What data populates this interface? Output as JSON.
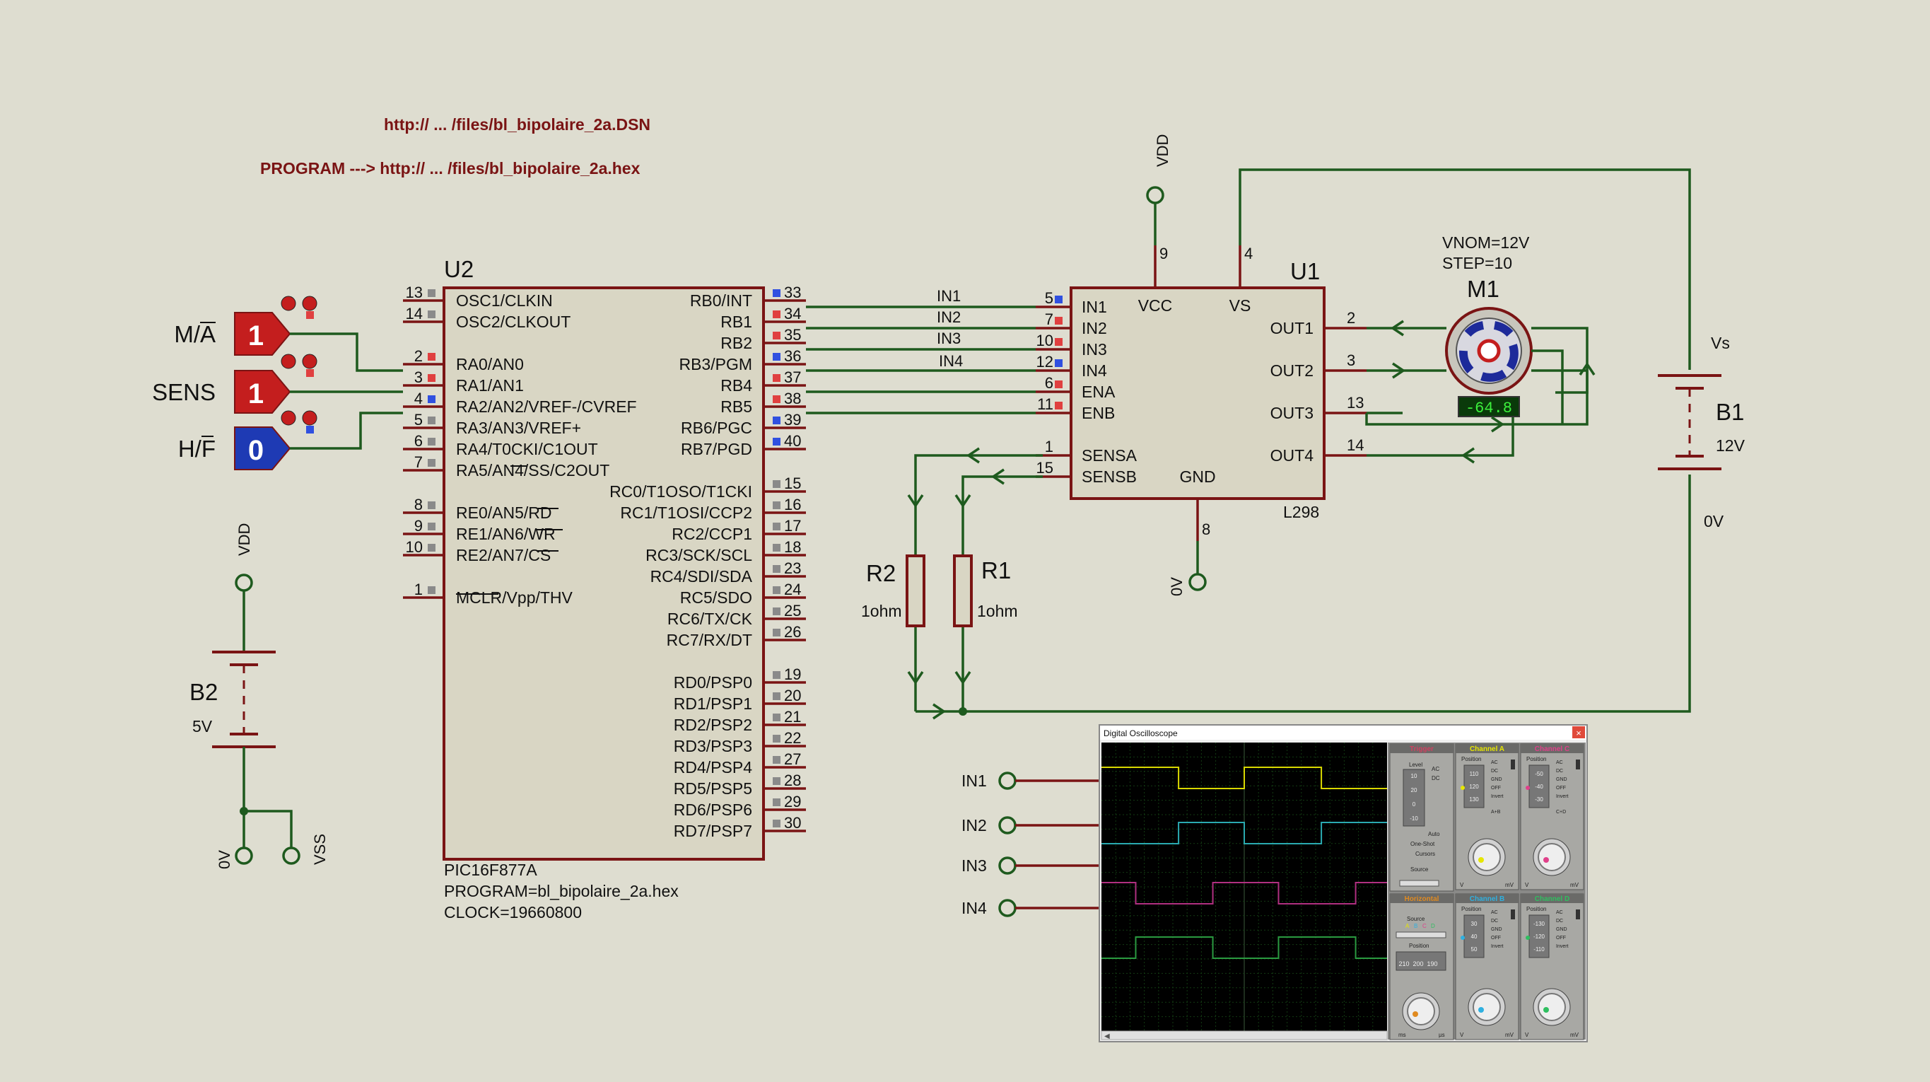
{
  "links": {
    "dsn": "http:// ... /files/bl_bipolaire_2a.DSN",
    "hex": "PROGRAM ---> http:// ... /files/bl_bipolaire_2a.hex"
  },
  "u2": {
    "ref": "U2",
    "part": "PIC16F877A",
    "program": "PROGRAM=bl_bipolaire_2a.hex",
    "clock": "CLOCK=19660800",
    "left_pins": [
      {
        "num": "13",
        "name": "OSC1/CLKIN"
      },
      {
        "num": "14",
        "name": "OSC2/CLKOUT"
      },
      {
        "num": "2",
        "name": "RA0/AN0"
      },
      {
        "num": "3",
        "name": "RA1/AN1"
      },
      {
        "num": "4",
        "name": "RA2/AN2/VREF-/CVREF"
      },
      {
        "num": "5",
        "name": "RA3/AN3/VREF+"
      },
      {
        "num": "6",
        "name": "RA4/T0CKI/C1OUT"
      },
      {
        "num": "7",
        "name": "RA5/AN4/SS/C2OUT"
      },
      {
        "num": "8",
        "name": "RE0/AN5/RD"
      },
      {
        "num": "9",
        "name": "RE1/AN6/WR"
      },
      {
        "num": "10",
        "name": "RE2/AN7/CS"
      },
      {
        "num": "1",
        "name": "MCLR/Vpp/THV"
      }
    ],
    "right_pins": [
      {
        "num": "33",
        "name": "RB0/INT"
      },
      {
        "num": "34",
        "name": "RB1"
      },
      {
        "num": "35",
        "name": "RB2"
      },
      {
        "num": "36",
        "name": "RB3/PGM"
      },
      {
        "num": "37",
        "name": "RB4"
      },
      {
        "num": "38",
        "name": "RB5"
      },
      {
        "num": "39",
        "name": "RB6/PGC"
      },
      {
        "num": "40",
        "name": "RB7/PGD"
      },
      {
        "num": "15",
        "name": "RC0/T1OSO/T1CKI"
      },
      {
        "num": "16",
        "name": "RC1/T1OSI/CCP2"
      },
      {
        "num": "17",
        "name": "RC2/CCP1"
      },
      {
        "num": "18",
        "name": "RC3/SCK/SCL"
      },
      {
        "num": "23",
        "name": "RC4/SDI/SDA"
      },
      {
        "num": "24",
        "name": "RC5/SDO"
      },
      {
        "num": "25",
        "name": "RC6/TX/CK"
      },
      {
        "num": "26",
        "name": "RC7/RX/DT"
      },
      {
        "num": "19",
        "name": "RD0/PSP0"
      },
      {
        "num": "20",
        "name": "RD1/PSP1"
      },
      {
        "num": "21",
        "name": "RD2/PSP2"
      },
      {
        "num": "22",
        "name": "RD3/PSP3"
      },
      {
        "num": "27",
        "name": "RD4/PSP4"
      },
      {
        "num": "28",
        "name": "RD5/PSP5"
      },
      {
        "num": "29",
        "name": "RD6/PSP6"
      },
      {
        "num": "30",
        "name": "RD7/PSP7"
      }
    ]
  },
  "switches": [
    {
      "label": "M/A",
      "state": "1"
    },
    {
      "label": "SENS",
      "state": "1"
    },
    {
      "label": "H/F",
      "state": "0"
    }
  ],
  "nets": {
    "in1": "IN1",
    "in2": "IN2",
    "in3": "IN3",
    "in4": "IN4"
  },
  "u1": {
    "ref": "U1",
    "part": "L298",
    "left_pins": [
      {
        "num": "5",
        "name": "IN1"
      },
      {
        "num": "7",
        "name": "IN2"
      },
      {
        "num": "10",
        "name": "IN3"
      },
      {
        "num": "12",
        "name": "IN4"
      },
      {
        "num": "6",
        "name": "ENA"
      },
      {
        "num": "11",
        "name": "ENB"
      },
      {
        "num": "1",
        "name": "SENSA"
      },
      {
        "num": "15",
        "name": "SENSB"
      }
    ],
    "right_pins": [
      {
        "num": "2",
        "name": "OUT1"
      },
      {
        "num": "3",
        "name": "OUT2"
      },
      {
        "num": "13",
        "name": "OUT3"
      },
      {
        "num": "14",
        "name": "OUT4"
      }
    ],
    "top_pins": [
      {
        "num": "9",
        "name": "VCC"
      },
      {
        "num": "4",
        "name": "VS"
      }
    ],
    "bottom_pin": {
      "num": "8",
      "name": "GND"
    }
  },
  "motor": {
    "ref": "M1",
    "vnom": "VNOM=12V",
    "step": "STEP=10",
    "readout": "-64.8"
  },
  "b1": {
    "ref": "B1",
    "voltage": "12V",
    "plus_label": "Vs",
    "minus_label": "0V"
  },
  "b2": {
    "ref": "B2",
    "voltage": "5V"
  },
  "r1": {
    "ref": "R1",
    "value": "1ohm"
  },
  "r2": {
    "ref": "R2",
    "value": "1ohm"
  },
  "power": {
    "vdd": "VDD",
    "gnd": "0V",
    "vss": "VSS"
  },
  "probes": [
    "IN1",
    "IN2",
    "IN3",
    "IN4"
  ],
  "oscilloscope": {
    "title": "Digital Oscilloscope",
    "close": "×",
    "trigger": {
      "title": "Trigger",
      "level": "Level",
      "ac": "AC",
      "dc": "DC",
      "auto": "Auto",
      "one_shot": "One-Shot",
      "cursors": "Cursors",
      "source": "Source",
      "scale": [
        "10",
        "20",
        "0",
        "-10"
      ]
    },
    "horizontal": {
      "title": "Horizontal",
      "source": "Source",
      "position": "Position",
      "readout": [
        "210",
        "200",
        "190"
      ],
      "units": [
        "ms",
        "µs"
      ],
      "labels": [
        "A",
        "B",
        "C",
        "D"
      ]
    },
    "channels": [
      {
        "name": "Channel A",
        "position": "120",
        "scale": [
          "110",
          "120",
          "130"
        ],
        "color": "#e6e600"
      },
      {
        "name": "Channel B",
        "position": "40",
        "scale": [
          "30",
          "40",
          "50"
        ],
        "color": "#2fb0e0"
      },
      {
        "name": "Channel C",
        "position": "-40",
        "scale": [
          "-50",
          "-40",
          "-30"
        ],
        "color": "#e0408a"
      },
      {
        "name": "Channel D",
        "position": "-120",
        "scale": [
          "-130",
          "-120",
          "-110"
        ],
        "color": "#2fbf60"
      }
    ],
    "channel_labels": {
      "position": "Position",
      "ac": "AC",
      "dc": "DC",
      "gnd": "GND",
      "off": "OFF",
      "invert": "Invert",
      "a_b": "A+B",
      "c_d": "C+D",
      "mv": "mV",
      "v": "V"
    },
    "traces": [
      {
        "channel": "A",
        "color": "#d8d800",
        "levels": [
          1,
          0,
          1,
          0
        ],
        "transitions": [
          0.0,
          0.27,
          0.5,
          0.77
        ]
      },
      {
        "channel": "B",
        "color": "#2aaab0",
        "levels": [
          0,
          1,
          0,
          1
        ],
        "transitions": [
          0.0,
          0.27,
          0.5,
          0.77
        ]
      },
      {
        "channel": "C",
        "color": "#b03080",
        "levels": [
          1,
          0,
          1,
          0
        ],
        "transitions": [
          0.0,
          0.12,
          0.39,
          0.62,
          0.89
        ]
      },
      {
        "channel": "D",
        "color": "#2a9a40",
        "levels": [
          0,
          1,
          0,
          1
        ],
        "transitions": [
          0.0,
          0.12,
          0.39,
          0.62,
          0.89
        ]
      }
    ]
  },
  "colors": {
    "wire": "#1e5a1e",
    "component": "#7a1414",
    "body": "#d9d6c4",
    "logic_high": "#c41e1e",
    "logic_low": "#1e3ab4"
  }
}
